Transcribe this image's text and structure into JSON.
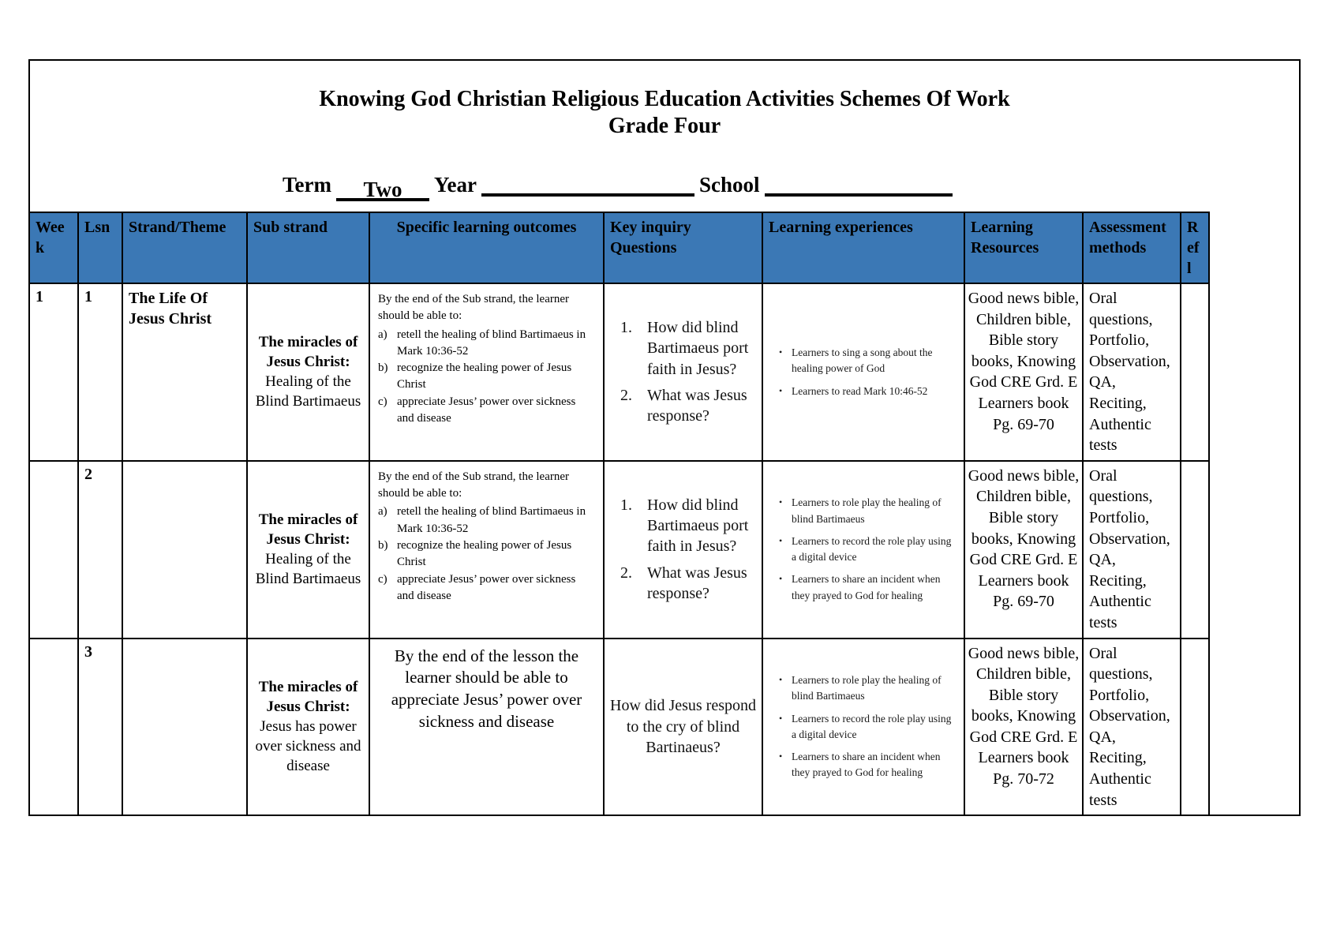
{
  "header": {
    "title_line1": "Knowing God Christian Religious Education Activities Schemes Of Work",
    "title_line2": "Grade Four",
    "term_label": "Term",
    "term_value": "Two",
    "year_label": "Year",
    "school_label": "School"
  },
  "theme": {
    "header_bg": "#3B78B5",
    "border_color": "#000000"
  },
  "table": {
    "headers": [
      "Week",
      "Lsn",
      "Strand/Theme",
      "Sub strand",
      "Specific learning outcomes",
      "Key inquiry Questions",
      "Learning experiences",
      "Learning Resources",
      "Assessment methods",
      "Refl"
    ],
    "rows": [
      {
        "week": "1",
        "lsn": "1",
        "strand": "The Life Of Jesus Christ",
        "sub_strand": {
          "bold": "The miracles of Jesus Christ:",
          "rest": "Healing of the Blind Bartimaeus"
        },
        "outcomes_intro": "By the end of the Sub strand, the learner should be able to:",
        "outcomes": [
          {
            "label": "a)",
            "text": "retell the healing of blind Bartimaeus in Mark 10:36-52"
          },
          {
            "label": "b)",
            "text": "recognize the healing power of Jesus Christ"
          },
          {
            "label": "c)",
            "text": "appreciate Jesus’ power over sickness and disease"
          }
        ],
        "inquiry": [
          {
            "num": "1.",
            "text": "How did blind Bartimaeus port faith in Jesus?"
          },
          {
            "num": "2.",
            "text": "What was Jesus response?"
          }
        ],
        "experiences": [
          "Learners to sing a song about the healing power of God",
          "Learners to read Mark 10:46-52"
        ],
        "resources": "Good news bible, Children bible, Bible story books, Knowing God CRE Grd. E Learners book Pg. 69-70",
        "assessment": "Oral questions, Portfolio, Observation, QA, Reciting, Authentic tests",
        "refl": ""
      },
      {
        "week": "",
        "lsn": "2",
        "strand": "",
        "sub_strand": {
          "bold": "The miracles of Jesus Christ:",
          "rest": "Healing of the Blind Bartimaeus"
        },
        "outcomes_intro": "By the end of the Sub strand, the learner should be able to:",
        "outcomes": [
          {
            "label": "a)",
            "text": "retell the healing of blind Bartimaeus in Mark 10:36-52"
          },
          {
            "label": "b)",
            "text": "recognize the healing power of Jesus Christ"
          },
          {
            "label": "c)",
            "text": "appreciate Jesus’ power over sickness and disease"
          }
        ],
        "inquiry": [
          {
            "num": "1.",
            "text": "How did blind Bartimaeus port faith in Jesus?"
          },
          {
            "num": "2.",
            "text": "What was Jesus response?"
          }
        ],
        "experiences": [
          "Learners to role play the healing of blind Bartimaeus",
          "Learners to record the role play using a digital device",
          "Learners to share an incident when they prayed to God for healing"
        ],
        "resources": "Good news bible, Children bible, Bible story books, Knowing God CRE Grd. E Learners book Pg. 69-70",
        "assessment": "Oral questions, Portfolio, Observation, QA, Reciting, Authentic tests",
        "refl": ""
      },
      {
        "week": "",
        "lsn": "3",
        "strand": "",
        "sub_strand": {
          "bold": "The miracles of Jesus Christ:",
          "rest": "Jesus has power over sickness and disease"
        },
        "outcomes_para": "By the end of the lesson the learner should be able to appreciate Jesus’ power over sickness and disease",
        "inquiry_single": "How did Jesus respond to the cry of blind Bartinaeus?",
        "experiences": [
          "Learners to role play the healing of blind Bartimaeus",
          "Learners to record the role play using a digital device",
          "Learners to share an incident when they prayed to God for healing"
        ],
        "resources": "Good news bible, Children bible, Bible story books, Knowing God CRE Grd. E Learners book Pg. 70-72",
        "assessment": "Oral questions, Portfolio, Observation, QA, Reciting, Authentic tests",
        "refl": ""
      }
    ]
  }
}
